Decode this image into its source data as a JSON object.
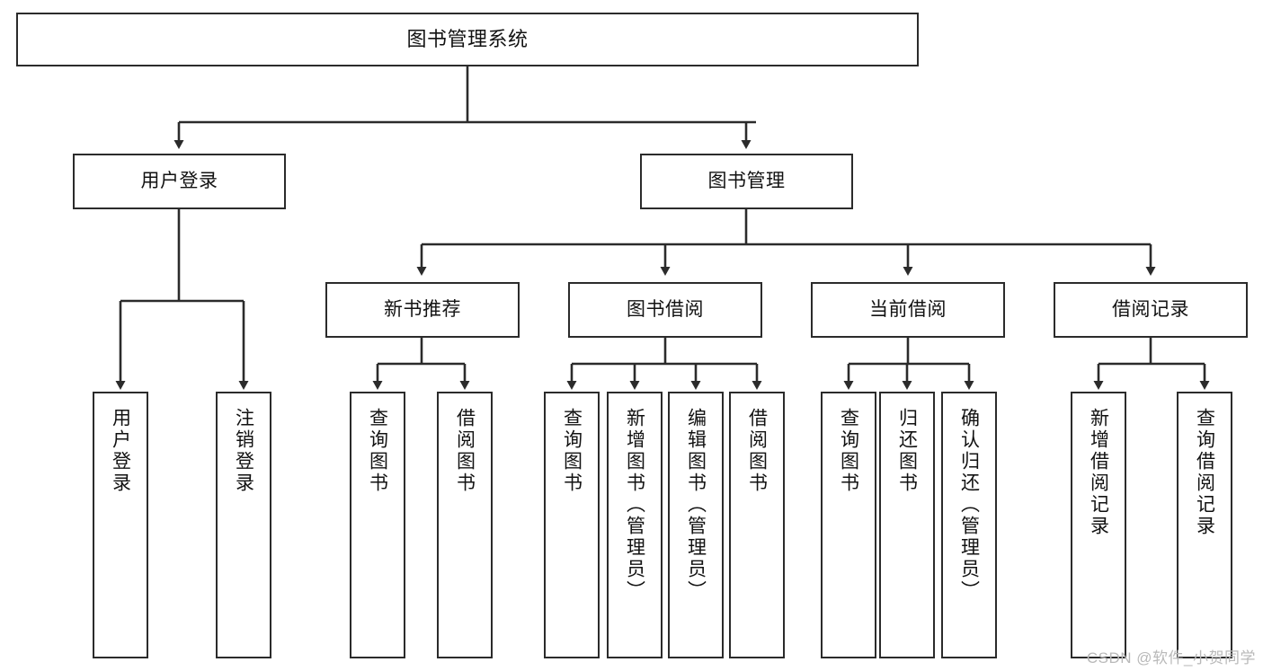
{
  "diagram": {
    "title": "图书管理系统",
    "type": "tree-hierarchy",
    "watermark": "CSDN @软件_小贺同学",
    "colors": {
      "stroke": "#2b2b2b",
      "text": "#121212",
      "background": "#ffffff",
      "watermark": "#b9b9b9"
    },
    "root": {
      "id": "root",
      "label": "图书管理系统"
    },
    "level2": [
      {
        "id": "user-login",
        "label": "用户登录"
      },
      {
        "id": "book-manage",
        "label": "图书管理"
      }
    ],
    "level3": [
      {
        "id": "new-book-rec",
        "label": "新书推荐",
        "parent": "book-manage"
      },
      {
        "id": "book-borrow",
        "label": "图书借阅",
        "parent": "book-manage"
      },
      {
        "id": "current-borrow",
        "label": "当前借阅",
        "parent": "book-manage"
      },
      {
        "id": "borrow-record",
        "label": "借阅记录",
        "parent": "book-manage"
      }
    ],
    "leaves": [
      {
        "id": "leaf-user-login",
        "label": "用户登录",
        "parent": "user-login"
      },
      {
        "id": "leaf-logout",
        "label": "注销登录",
        "parent": "user-login"
      },
      {
        "id": "leaf-query-book-1",
        "label": "查询图书",
        "parent": "new-book-rec"
      },
      {
        "id": "leaf-borrow-book-1",
        "label": "借阅图书",
        "parent": "new-book-rec"
      },
      {
        "id": "leaf-query-book-2",
        "label": "查询图书",
        "parent": "book-borrow"
      },
      {
        "id": "leaf-add-book",
        "label": "新增图书（管理员）",
        "parent": "book-borrow"
      },
      {
        "id": "leaf-edit-book",
        "label": "编辑图书（管理员）",
        "parent": "book-borrow"
      },
      {
        "id": "leaf-borrow-book-2",
        "label": "借阅图书",
        "parent": "book-borrow"
      },
      {
        "id": "leaf-query-book-3",
        "label": "查询图书",
        "parent": "current-borrow"
      },
      {
        "id": "leaf-return-book",
        "label": "归还图书",
        "parent": "current-borrow"
      },
      {
        "id": "leaf-confirm-return",
        "label": "确认归还（管理员）",
        "parent": "current-borrow"
      },
      {
        "id": "leaf-add-record",
        "label": "新增借阅记录",
        "parent": "borrow-record"
      },
      {
        "id": "leaf-query-record",
        "label": "查询借阅记录",
        "parent": "borrow-record"
      }
    ]
  }
}
